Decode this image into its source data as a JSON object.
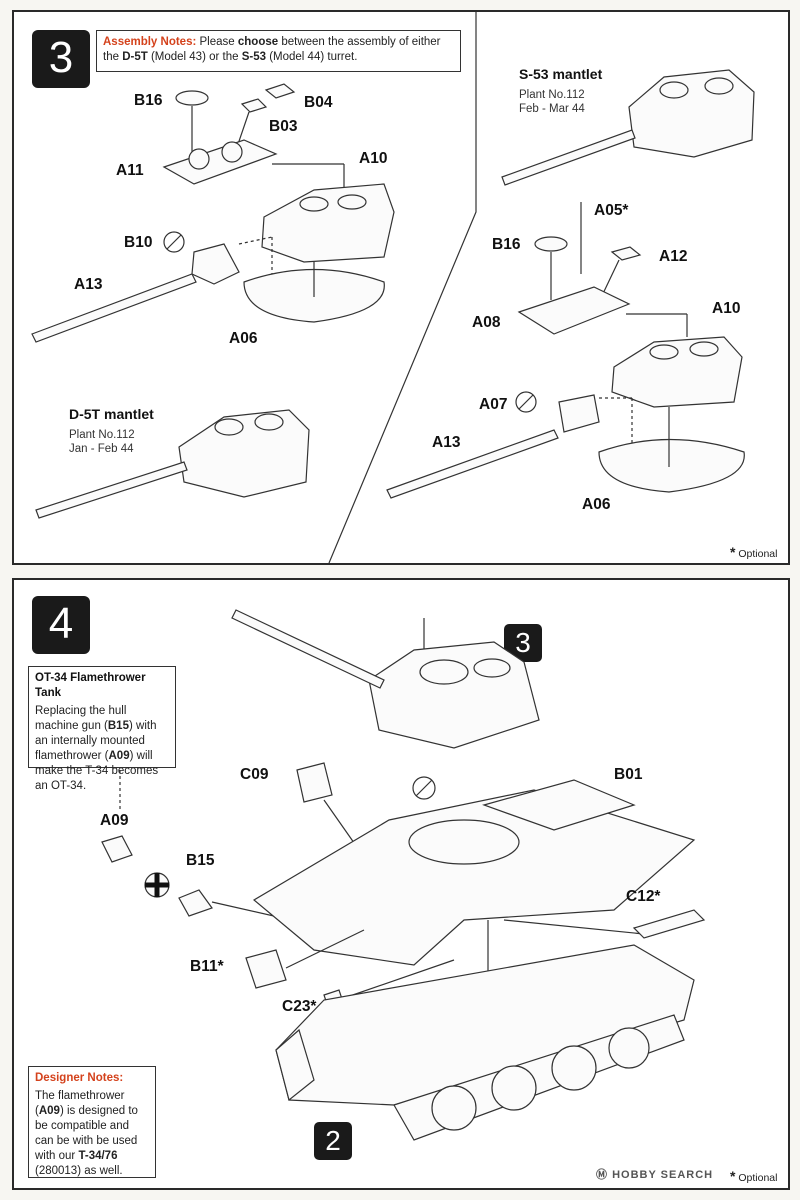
{
  "step3": {
    "badge": "3",
    "notes": {
      "title": "Assembly Notes:",
      "t1": " Please ",
      "b1": "choose",
      "t2": " between the assembly of either the ",
      "b2": "D-5T",
      "t3": " (Model 43) or the ",
      "b3": "S-53",
      "t4": " (Model 44) turret."
    },
    "left_labels": {
      "b16": "B16",
      "b04": "B04",
      "b03": "B03",
      "a11": "A11",
      "a10": "A10",
      "b10": "B10",
      "a13": "A13",
      "a06": "A06"
    },
    "right_labels": {
      "a05": "A05*",
      "b16": "B16",
      "a12": "A12",
      "a08": "A08",
      "a10": "A10",
      "a07": "A07",
      "a13": "A13",
      "a06": "A06"
    },
    "d5t": {
      "title": "D-5T mantlet",
      "plant": "Plant No.112",
      "date": "Jan - Feb 44"
    },
    "s53": {
      "title": "S-53 mantlet",
      "plant": "Plant No.112",
      "date": "Feb - Mar 44"
    },
    "optional": "Optional"
  },
  "step4": {
    "badge": "4",
    "ref_badge_top": "3",
    "ref_badge_bottom": "2",
    "ot34": {
      "title": "OT-34 Flamethrower Tank",
      "t1": "Replacing the hull machine gun (",
      "b1": "B15",
      "t2": ") with an internally mounted flamethrower (",
      "b2": "A09",
      "t3": ") will make the T-34 becomes an OT-34."
    },
    "designer": {
      "title": "Designer Notes:",
      "t1": "The flamethrower (",
      "b1": "A09",
      "t2": ") is designed to be compatible and can be with be used with our ",
      "b2": "T-34/76",
      "t3": " (280013) as well."
    },
    "labels": {
      "a09": "A09",
      "b15": "B15",
      "c09": "C09",
      "b01": "B01",
      "c12": "C12*",
      "b11": "B11*",
      "c23": "C23*"
    },
    "optional": "Optional"
  },
  "watermark": "HOBBY SEARCH"
}
